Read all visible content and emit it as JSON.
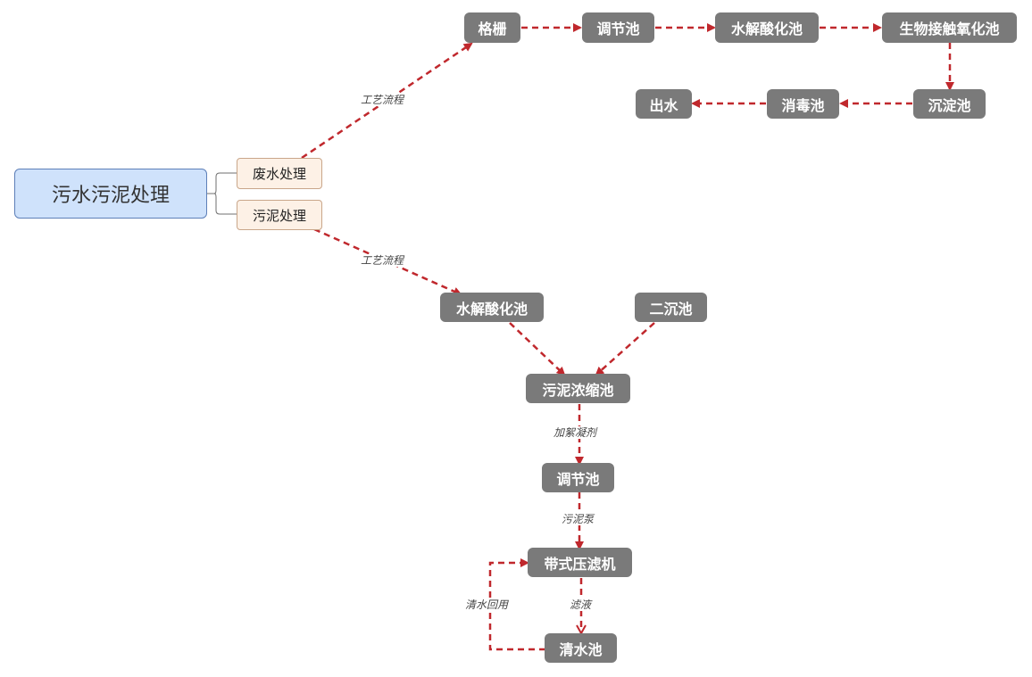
{
  "colors": {
    "edge": "#c0282d",
    "box": "#7a7a7a",
    "root_fill": "#cfe2fb",
    "branch_fill": "#fdf1e6"
  },
  "root": {
    "label": "污水污泥处理"
  },
  "branches": {
    "wastewater": "废水处理",
    "sludge": "污泥处理"
  },
  "wastewater_nodes": {
    "grille": "格栅",
    "regulating": "调节池",
    "hydrolysis": "水解酸化池",
    "contact_oxidation": "生物接触氧化池",
    "sedimentation": "沉淀池",
    "disinfection": "消毒池",
    "outlet": "出水"
  },
  "sludge_nodes": {
    "hydrolysis": "水解酸化池",
    "secondary_settling": "二沉池",
    "thickening": "污泥浓缩池",
    "regulating": "调节池",
    "belt_press": "带式压滤机",
    "clear_water": "清水池"
  },
  "edge_labels": {
    "wastewater_process": "工艺流程",
    "sludge_process": "工艺流程",
    "flocculant": "加絮凝剂",
    "sludge_pump": "污泥泵",
    "filtrate": "滤液",
    "water_reuse": "清水回用"
  }
}
